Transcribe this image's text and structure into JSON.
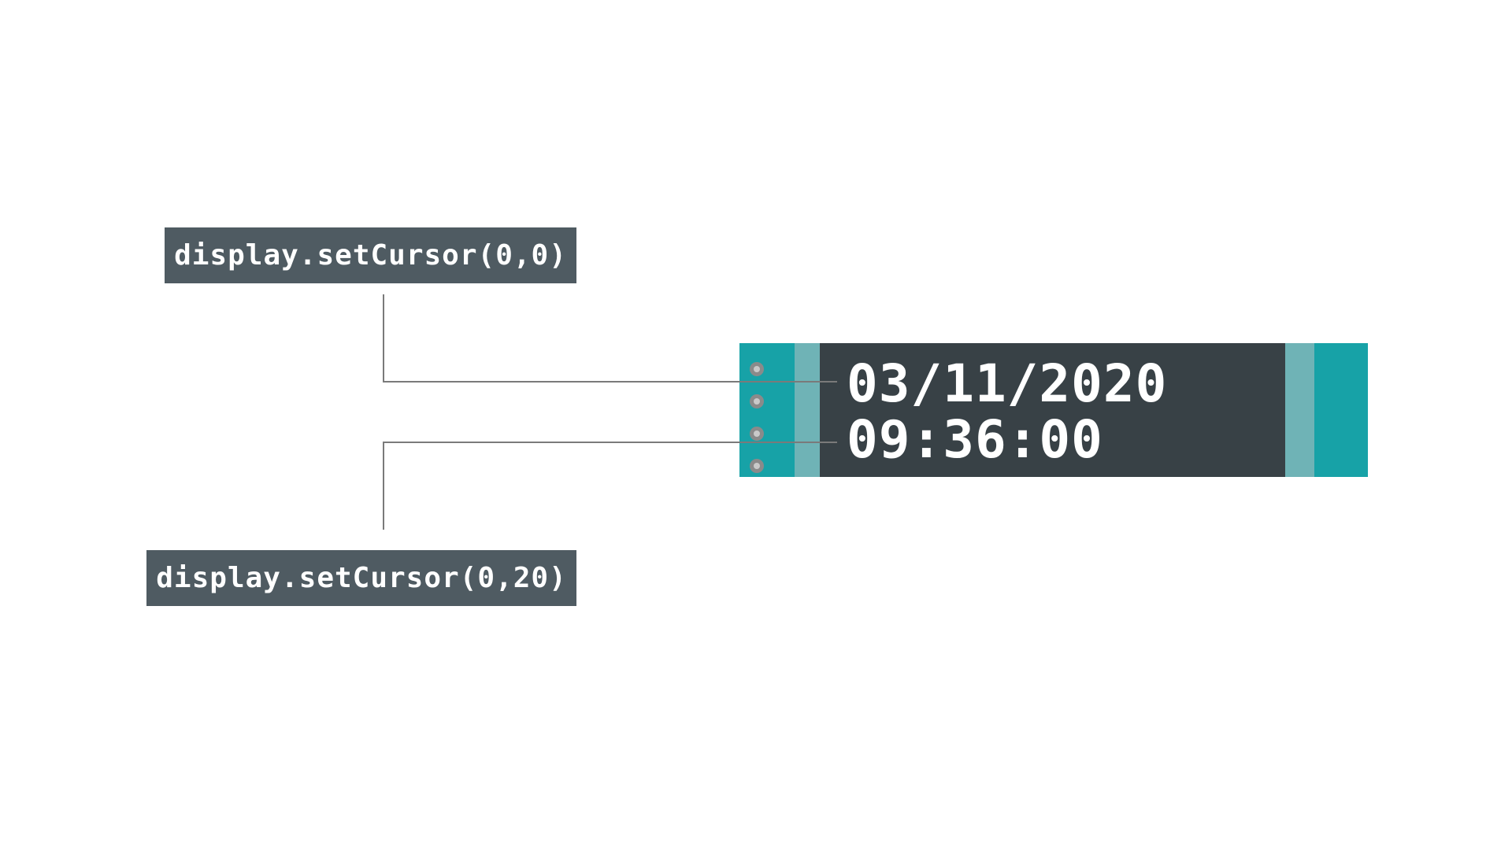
{
  "labels": {
    "cursor_line_1": "display.setCursor(0,0)",
    "cursor_line_2": "display.setCursor(0,20)"
  },
  "display": {
    "line_1": "03/11/2020",
    "line_2": "09:36:00",
    "pins": 4
  },
  "colors": {
    "label_bg": "#4f5b62",
    "module_teal": "#17a2a7",
    "module_bezel": "#6fb3b6",
    "screen_bg": "#384146",
    "leader_line": "#7a7a7a"
  }
}
